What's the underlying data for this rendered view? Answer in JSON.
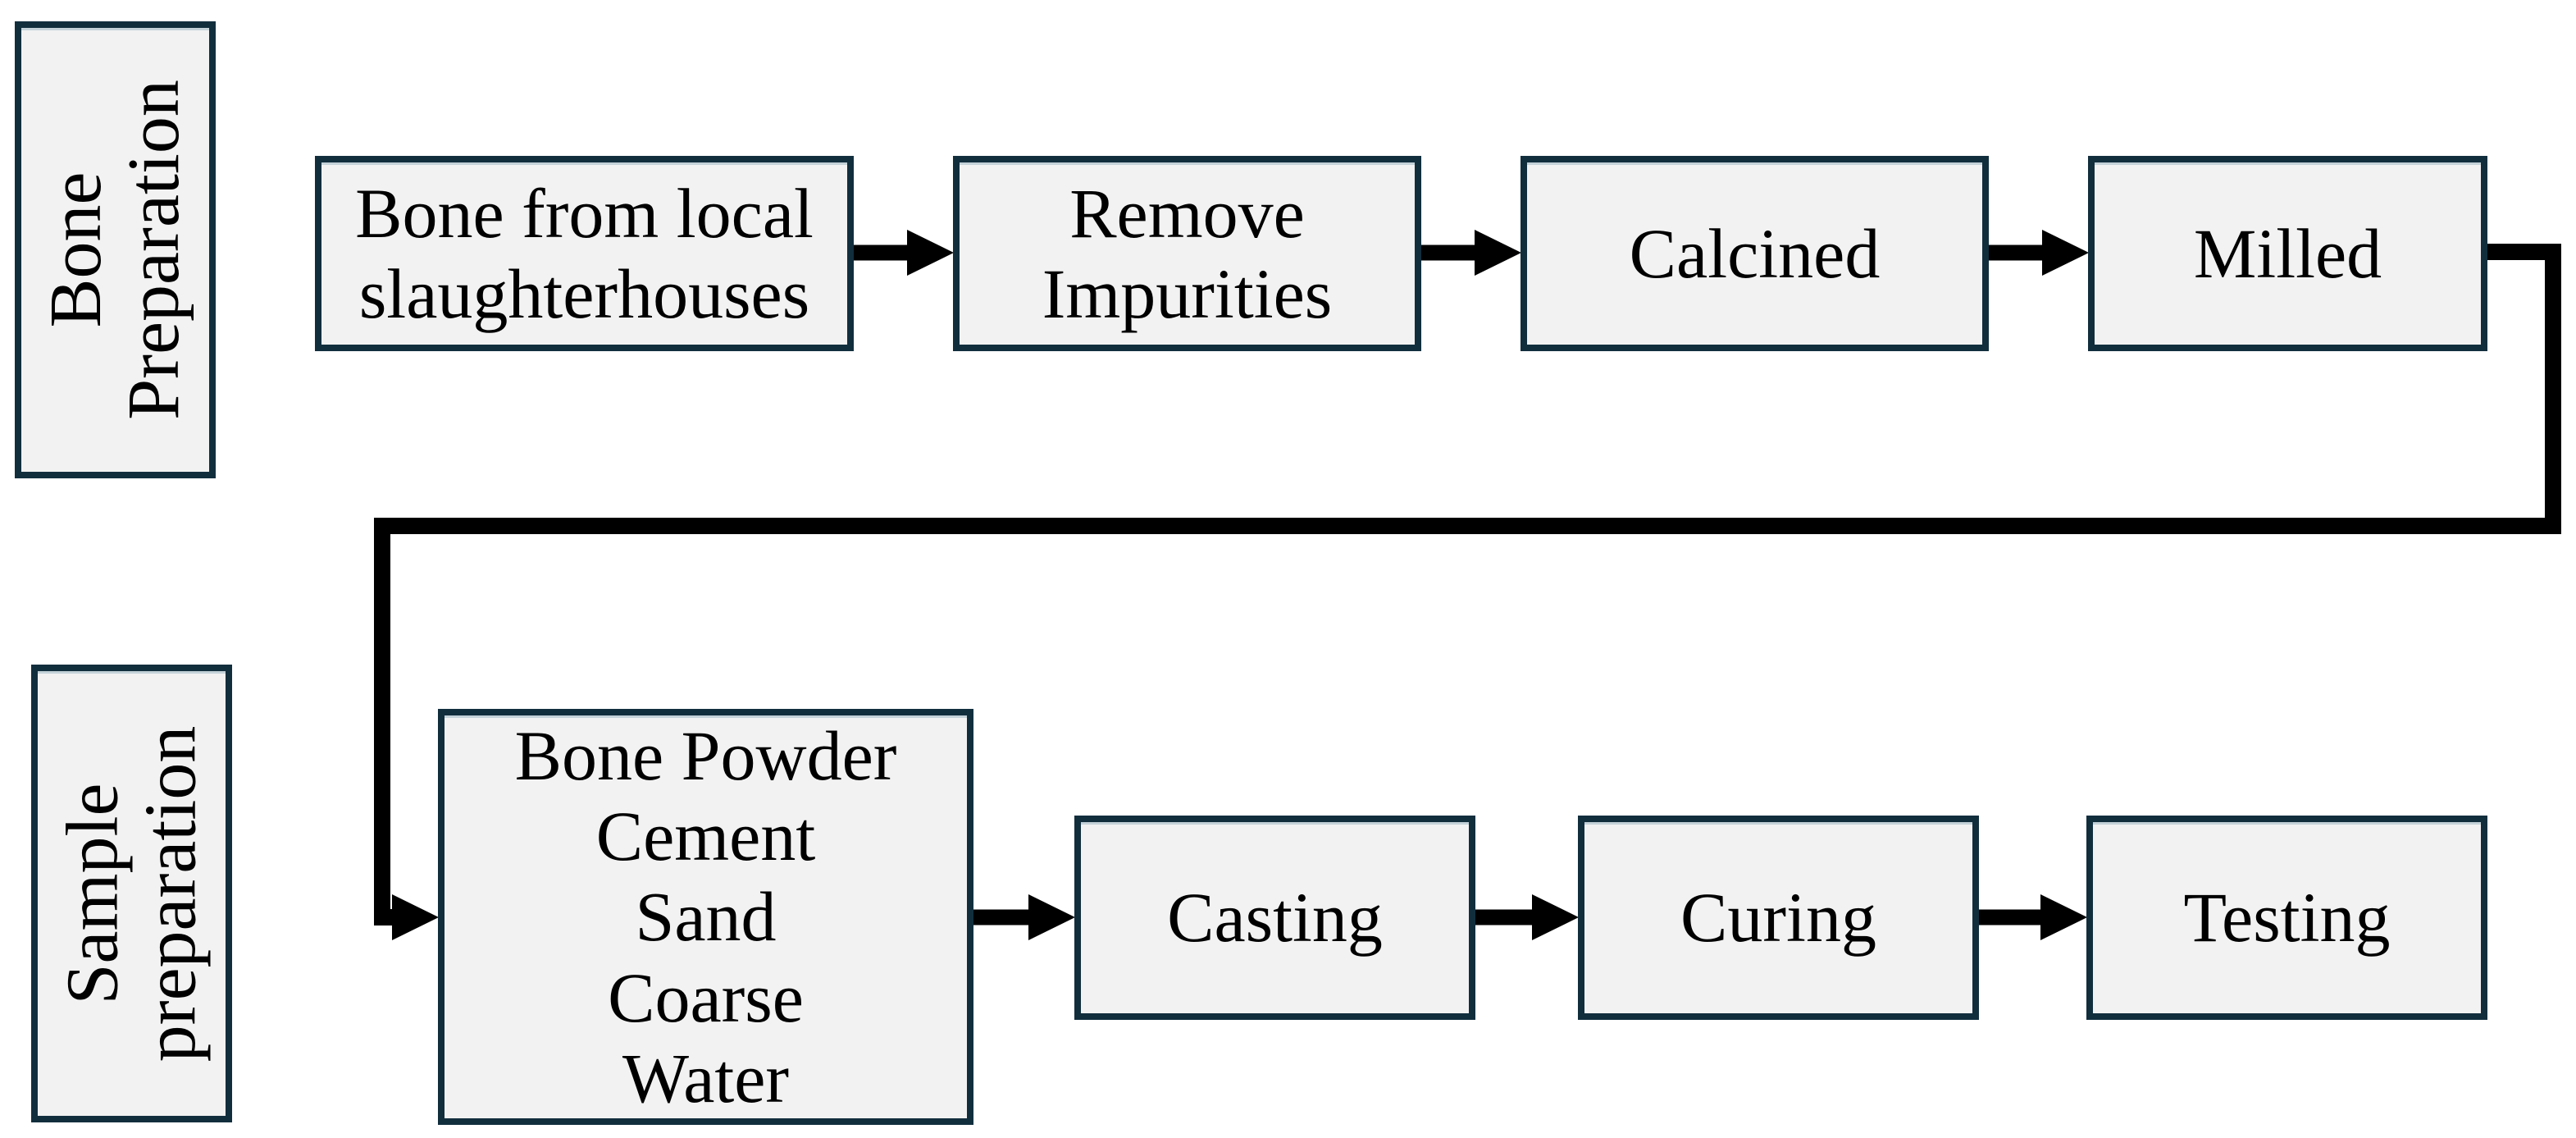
{
  "colors": {
    "background": "#ffffff",
    "box_fill": "#f2f2f2",
    "box_border": "#112e3d",
    "arrow": "#000000",
    "text": "#000000"
  },
  "stages": [
    {
      "id": "bone-preparation",
      "label": "Bone\nPreparation"
    },
    {
      "id": "sample-preparation",
      "label": "Sample\npreparation"
    }
  ],
  "row1": {
    "steps": [
      {
        "id": "bone-source",
        "label": "Bone from local\nslaughterhouses"
      },
      {
        "id": "remove-impurities",
        "label": "Remove\nImpurities"
      },
      {
        "id": "calcined",
        "label": "Calcined"
      },
      {
        "id": "milled",
        "label": "Milled"
      }
    ]
  },
  "row2": {
    "steps": [
      {
        "id": "mix-ingredients",
        "label": "Bone Powder\nCement\nSand\nCoarse\nWater"
      },
      {
        "id": "casting",
        "label": "Casting"
      },
      {
        "id": "curing",
        "label": "Curing"
      },
      {
        "id": "testing",
        "label": "Testing"
      }
    ]
  },
  "connections": [
    {
      "from": "bone-source",
      "to": "remove-impurities"
    },
    {
      "from": "remove-impurities",
      "to": "calcined"
    },
    {
      "from": "calcined",
      "to": "milled"
    },
    {
      "from": "milled",
      "to": "mix-ingredients"
    },
    {
      "from": "mix-ingredients",
      "to": "casting"
    },
    {
      "from": "casting",
      "to": "curing"
    },
    {
      "from": "curing",
      "to": "testing"
    }
  ]
}
